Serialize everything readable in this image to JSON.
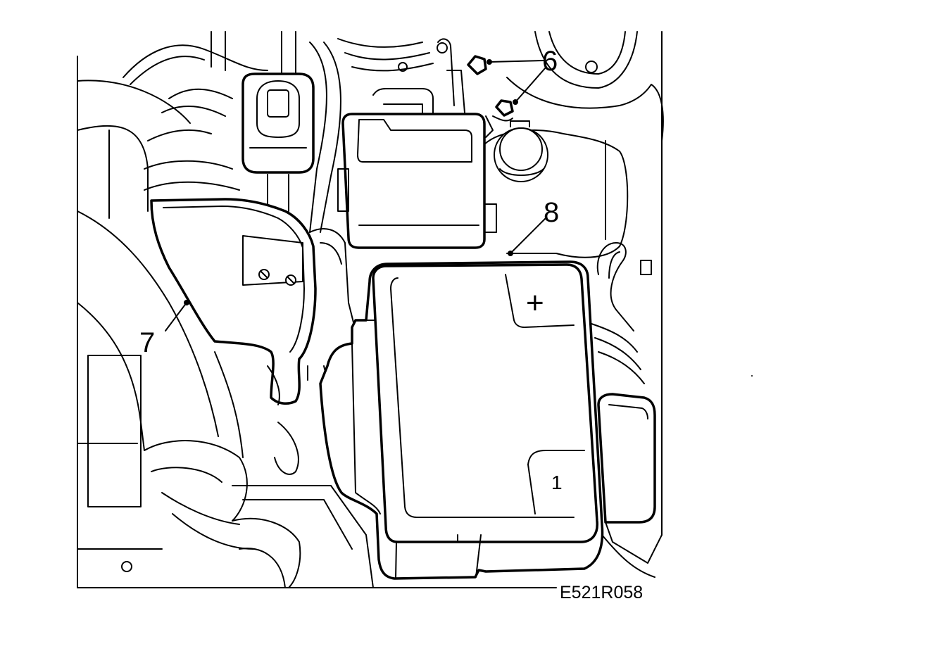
{
  "figure": {
    "callouts": [
      {
        "id": "6",
        "label": "6"
      },
      {
        "id": "7",
        "label": "7"
      },
      {
        "id": "8",
        "label": "8"
      }
    ],
    "battery_symbols": {
      "positive": "+",
      "marker": "1"
    },
    "figure_code": "E521R058"
  }
}
